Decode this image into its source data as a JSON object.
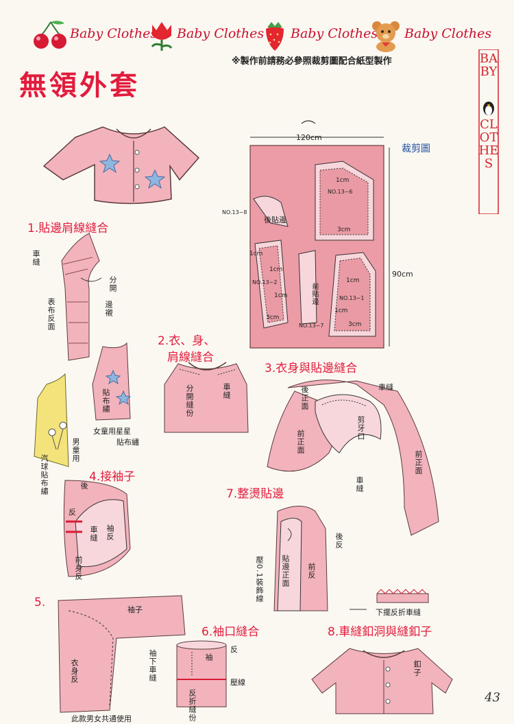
{
  "header": {
    "items": [
      {
        "text": "Baby Clothes",
        "icon": "cherry-icon"
      },
      {
        "text": "Baby Clothes",
        "icon": "tulip-icon"
      },
      {
        "text": "Baby Clothes",
        "icon": "strawberry-icon"
      },
      {
        "text": "Baby Clothes",
        "icon": "bear-icon"
      }
    ]
  },
  "title": "無領外套",
  "note": "※製作前請務必參照裁剪圖配合紙型製作",
  "side_badge": {
    "top": "BABY",
    "bottom": "CLOTHES"
  },
  "cutting": {
    "title": "裁剪圖",
    "width": "120cm",
    "height": "90cm",
    "pieces": [
      "NO.13~6",
      "NO.13~8",
      "NO.13~2",
      "NO.13~1",
      "NO.13~7"
    ],
    "labels": [
      "1cm",
      "3cm",
      "1cm",
      "3cm",
      "1cm",
      "1cm",
      "1cm",
      "3cm",
      "1cm"
    ],
    "facing": "後貼邊",
    "front_facing": "前貼邊"
  },
  "steps": {
    "s1": "1.貼邊肩線縫合",
    "s2a": "2.衣、身、",
    "s2b": "肩線縫合",
    "s3": "3.衣身與貼邊縫合",
    "s4": "4.接袖子",
    "s5": "5.",
    "s6": "6.袖口縫合",
    "s7": "7.整燙貼邊",
    "s8": "8.車縫釦洞與縫釦子"
  },
  "labels": {
    "stitch": "車縫",
    "split": "分開",
    "outer_reverse": "表布反面",
    "facing_label": "邊襯",
    "appliqué": "貼布繡",
    "girl_star": "女童用星星",
    "girl_star2": "貼布繡",
    "boy": "男童用",
    "balloon": "汽球貼布繡",
    "split_seam": "分開縫份",
    "stitch2": "車縫",
    "back_front": "後正面",
    "front_face": "前正面",
    "cut_mouth": "剪牙口",
    "front_face2": "前正面",
    "stitch3": "車縫",
    "stitch_top": "車縫",
    "back": "後",
    "reverse": "反",
    "sleeve_rev": "袖反",
    "stitch4": "車縫",
    "front_body_rev": "前身反",
    "press_trim": "壓0.1裝飾線",
    "facing_front": "貼邊正面",
    "front_rev": "前反",
    "back_rev": "後反",
    "hem_fold": "下擺反折車縫",
    "sleeve": "袖子",
    "body_rev": "衣身反",
    "under_sleeve": "袖下車縫",
    "cuff_rev": "反",
    "cuff_sleeve": "袖",
    "press_line": "壓線",
    "fold_stitch": "反折縫份",
    "button": "釦子"
  },
  "bottom_note": "此款男女共通使用",
  "page_number": "43"
}
